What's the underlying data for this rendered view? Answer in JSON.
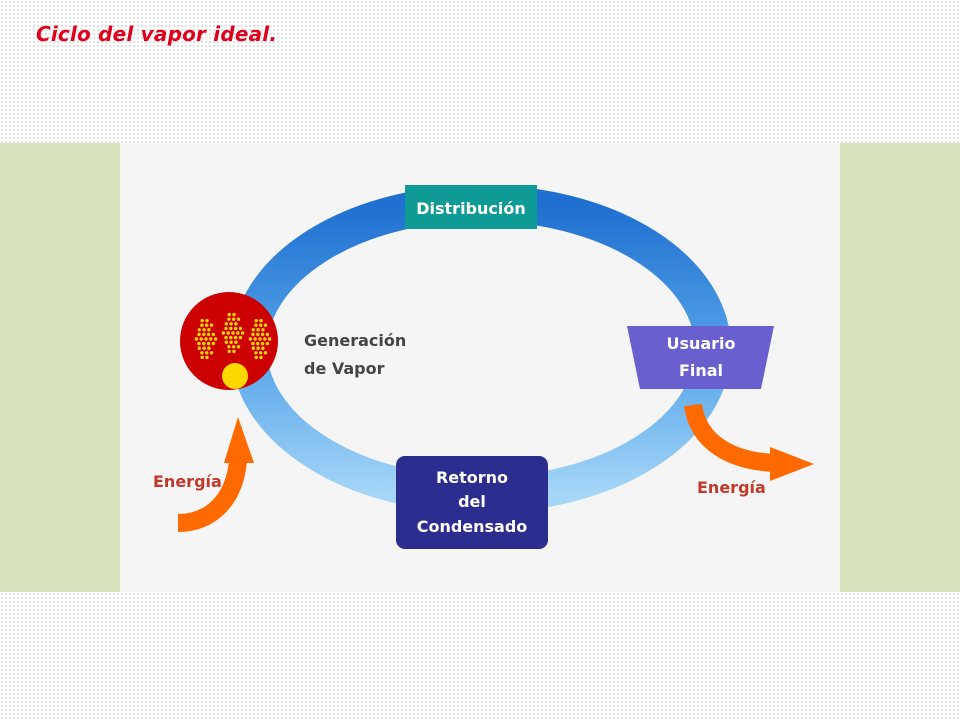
{
  "slide": {
    "title": "Ciclo del vapor ideal."
  },
  "diagram": {
    "nodes": {
      "distribution": "Distribución",
      "generation_line1": "Generación",
      "generation_line2": "de Vapor",
      "end_user_line1": "Usuario",
      "end_user_line2": "Final",
      "return_line1": "Retorno",
      "return_line2": "del",
      "return_line3": "Condensado"
    },
    "energy_in": "Energía",
    "energy_out": "Energía",
    "colors": {
      "title_red": "#e0001b",
      "side_panel_green": "#d7e4bd",
      "ring_blue_top": "#1e6fd0",
      "ring_blue_bottom": "#9fd0f5",
      "distribution_teal": "#0f9a95",
      "end_user_purple": "#6a5fcf",
      "return_navy": "#2c2e8f",
      "boiler_red": "#cc0000",
      "flame_yellow": "#ffd800",
      "arrow_orange": "#ff6a00",
      "energy_text": "#c0392b",
      "label_gray": "#444444"
    },
    "icons": [
      "boiler-flame-icon",
      "energy-in-arrow-icon",
      "energy-out-arrow-icon"
    ]
  }
}
